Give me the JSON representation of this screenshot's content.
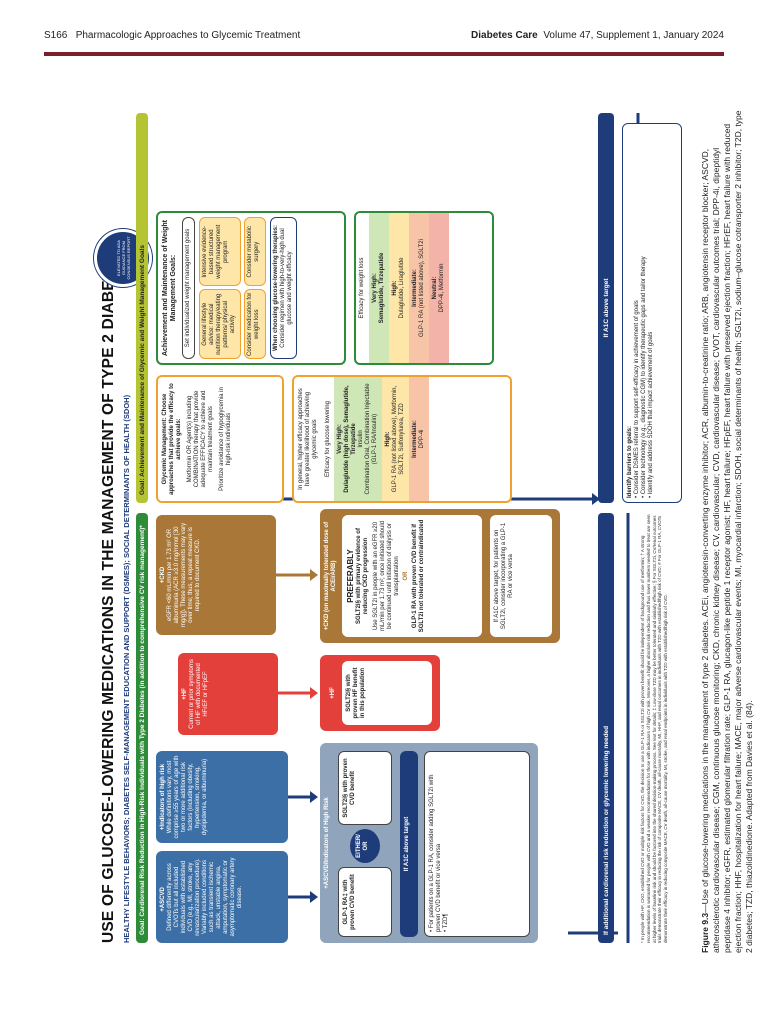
{
  "header": {
    "page_ref": "S166",
    "section": "Pharmacologic Approaches to Glycemic Treatment",
    "journal": "Diabetes Care",
    "issue": "Volume 47, Supplement 1, January 2024"
  },
  "diagram": {
    "title": "USE OF GLUCOSE-LOWERING MEDICATIONS IN THE MANAGEMENT OF TYPE 2 DIABETES",
    "subtitle": "HEALTHY LIFESTYLE BEHAVIORS; DIABETES SELF-MANAGEMENT EDUCATION AND SUPPORT (DSMES); SOCIAL DETERMINANTS OF HEALTH (SDOH)",
    "seal_text": "ELEVATED TO ADA GUIDANCE FROM CONSENSUS REPORT",
    "goal_left": "Goal: Cardiorenal Risk Reduction in High-Risk Individuals with Type 2 Diabetes (in addition to comprehensive CV risk management)*",
    "goal_right": "Goal: Achievement and Maintenance of Glycemic and Weight Management Goals",
    "ascvd": {
      "title": "+ASCVD",
      "text": "Defined differently across CVOTs but all included individuals with established CVD (e.g., MI, stroke, any revascularization procedure). Variably included conditions such as transient ischemic attack, unstable angina, amputation, symptomatic or asymptomatic coronary artery disease."
    },
    "high_risk": {
      "title": "+Indicators of high risk",
      "text": "While definitions vary, most comprise ≥55 years of age with two or more additional risk factors (including obesity, hypertension, smoking, dyslipidemia, or albuminuria)"
    },
    "hf": {
      "title": "+HF",
      "text": "Current or prior symptoms of HF with documented HFrEF or HFpEF"
    },
    "ckd": {
      "title": "+CKD",
      "text": "eGFR <60 mL/min per 1.73 m² OR albuminuria (ACR ≥3.0 mg/mmol [30 mg/g]). These measurements may vary over time; thus, a repeat measure is required to document CKD."
    },
    "ascvd_panel": {
      "title": "+ASCVD/Indicators of High Risk",
      "left": "GLP-1 RA‡ with proven CVD benefit",
      "either": "EITHER/ OR",
      "right": "SGLT2i§ with proven CVD benefit",
      "a1c": "If A1C above target",
      "bullets": [
        "For patients on a GLP-1 RA, consider adding SGLT2i with proven CVD benefit or vice versa",
        "TZD¶"
      ]
    },
    "hf_panel": {
      "text": "SGLT2i§ with proven HF benefit in this population"
    },
    "ckd_panel": {
      "title": "+CKD (on maximally tolerated dose of ACEi/ARB)",
      "preferably": "PREFERABLY",
      "text1": "SGLT2i§ with primary evidence of reducing CKD progression",
      "text2": "Use SGLT2i in people with an eGFR ≥20 mL/min per 1.73 m²; once initiated should be continued until initiation of dialysis or transplantation",
      "or": "OR",
      "text3": "GLP-1 RA with proven CVD benefit if SGLT2i not tolerated or contraindicated",
      "a1c": "If A1C above target, for patients on SGLT2i, consider incorporating a GLP-1 RA or vice versa"
    },
    "glycemic": {
      "title": "Glycemic Management: Choose approaches that provide the efficacy to achieve goals:",
      "text": "Metformin OR Agent(s) including COMBINATION therapy that provide adequate EFFICACY to achieve and maintain treatment goals",
      "note": "Prioritize avoidance of hypoglycemia in high-risk individuals"
    },
    "efficacy": {
      "intro": "In general, higher efficacy approaches have greater likelihood of achieving glycemic goals",
      "heading": "Efficacy for glucose lowering",
      "very_high_label": "Very High:",
      "very_high": "Dulaglutide (high dose), Semaglutide, Tirzepatide",
      "insulin": "Insulin",
      "combo": "Combination Oral, Combination Injectable (GLP-1 RA/Insulin)",
      "high_label": "High:",
      "high": "GLP-1 RA (not listed above), Metformin, SGLT2i, Sulfonylurea, TZD",
      "intermediate_label": "Intermediate:",
      "intermediate": "DPP-4i"
    },
    "weight": {
      "title": "Achievement and Maintenance of Weight Management Goals:",
      "goals": "Set individualized weight management goals",
      "lifestyle": "General lifestyle advice: medical nutrition therapy/eating patterns/ physical activity",
      "intensive": "Intensive evidence-based structured weight management program",
      "medication": "Consider medication for weight loss",
      "surgery": "Consider metabolic surgery",
      "choosing_title": "When choosing glucose-lowering therapies:",
      "choosing": "Consider regimen with high-to-very-high dual glucose and weight efficacy"
    },
    "weight_efficacy": {
      "heading": "Efficacy for weight loss",
      "very_high_label": "Very High:",
      "very_high": "Semaglutide, Tirzepatide",
      "high_label": "High:",
      "high": "Dulaglutide, Liraglutide",
      "intermediate_label": "Intermediate:",
      "intermediate": "GLP-1 RA (not listed above), SGLT2i",
      "neutral_label": "Neutral:",
      "neutral": "DPP-4i, Metformin"
    },
    "bottom_left": "If additional cardiorenal risk reduction or glycemic lowering needed",
    "bottom_right": "If A1C above target",
    "barriers": {
      "title": "Identify barriers to goals:",
      "items": [
        "Consider DSMES referral to support self-efficacy in achievement of goals",
        "Consider technology (e.g., diagnostic CGM) to identify therapeutic gaps and tailor therapy",
        "Identify and address SDOH that impact achievement of goals"
      ]
    },
    "footnote": "* In people with HF, CKD, established CVD or multiple risk factors for CVD, the decision to use a GLP-1 RA or SGLT2i with proven benefit should be independent of background use of metformin; † A strong recommendation is warranted for people with CVD and a weaker recommendation for those with indicators of high CV risk. Moreover, a higher absolute risk reduction and thus lower numbers needed to treat are seen at higher levels of baseline risk and should be factored into the shared decision-making process. See text for details; ‡ Low-dose TZD may be better tolerated and similarly effective; § For SGLT2i, CV/renal outcomes trials demonstrate their efficacy in reducing the risk of composite MACE, CV death, all-cause mortality, MI, HHF, and renal outcomes in individuals with T2D with established/high risk of CVD; # For GLP-1 RA, CVOTs demonstrate their efficacy in reducing composite MACE, CV death, all-cause mortality, MI, stroke, and renal endpoints in individuals with T2D with established/high risk of CVD."
  },
  "caption": {
    "label": "Figure 9.3",
    "text": "—Use of glucose-lowering medications in the management of type 2 diabetes. ACEi, angiotensin-converting enzyme inhibitor; ACR, albumin-to-creatinine ratio; ARB, angiotensin receptor blocker; ASCVD, atherosclerotic cardiovascular disease; CGM, continuous glucose monitoring; CKD, chronic kidney disease; CV, cardiovascular; CVD, cardiovascular disease; CVOT, cardiovascular outcomes trial; DPP-4i, dipeptidyl peptidase 4 inhibitor; eGFR, estimated glomerular filtration rate; GLP-1 RA, glucagon-like peptide 1 receptor agonist; HF, heart failure; HFpEF, heart failure with preserved ejection fraction; HFrEF, heart failure with reduced ejection fraction; HHF, hospitalization for heart failure; MACE, major adverse cardiovascular events; MI, myocardial infarction; SDOH, social determinants of health; SGLT2i, sodium–glucose cotransporter 2 inhibitor; T2D, type 2 diabetes; TZD, thiazolidinedione. Adapted from Davies et al. (84)."
  },
  "colors": {
    "blue": "#3b6fa6",
    "navy": "#1f3c7a",
    "red": "#e3403b",
    "brown": "#a97839",
    "green": "#2e8b3a",
    "olive": "#b5c432",
    "orange": "#f2a12f",
    "rule": "#7a1f2b"
  }
}
